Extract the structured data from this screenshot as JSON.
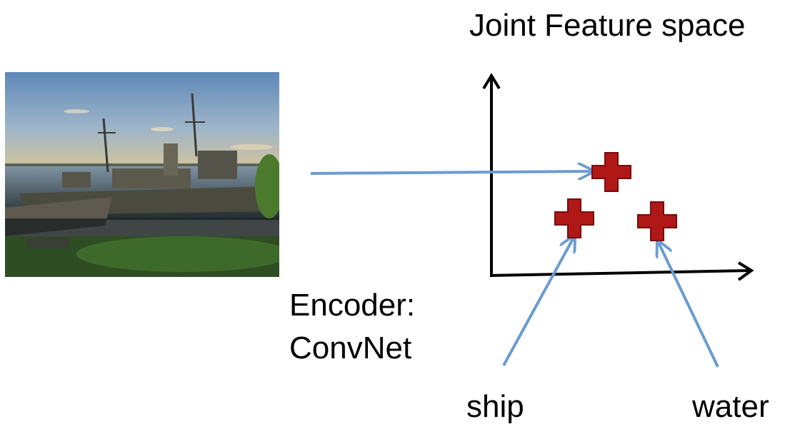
{
  "title": "Joint Feature space",
  "encoder": {
    "line1": "Encoder:",
    "line2": "ConvNet"
  },
  "words": {
    "ship": "ship",
    "water": "water"
  },
  "photo": {
    "subject": "ship moored at dock on river at sunset"
  },
  "colors": {
    "arrow": "#6b9bd2",
    "marker": "#b01818",
    "marker_border": "#7a0a0a",
    "axis": "#000000"
  },
  "icons": {
    "marker": "plus-marker-icon"
  }
}
